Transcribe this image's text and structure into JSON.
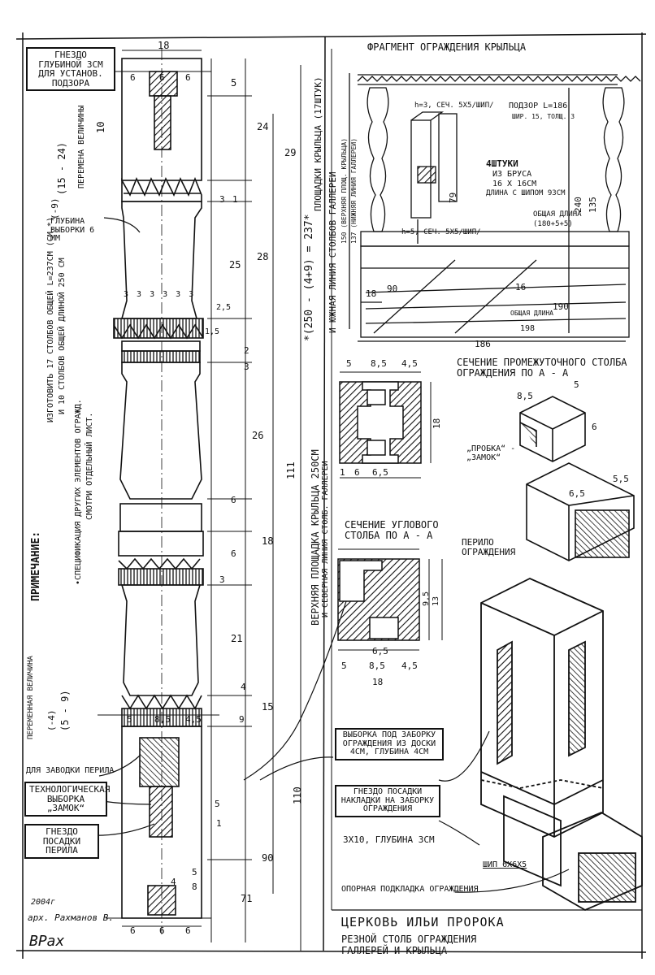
{
  "header": {
    "fragment_title": "ФРАГМЕНТ ОГРАЖДЕНИЯ КРЫЛЬЦА",
    "nest_box": "ГНЕЗДО ГЛУБИНОЙ 3СМ ДЛЯ УСТАНОВ. ПОДЗОРА"
  },
  "left_notes": {
    "note_title": "ПРИМЕЧАНИЕ:",
    "note_line1": "ИЗГОТОВИТЬ 17 СТОЛБОВ ОБЩЕЙ L=237СМ (СМ.*)",
    "note_line2": "И 10 СТОЛБОВ ОБЩЕЙ ДЛИНОЙ 250 СМ",
    "note_line3": "•СПЕЦИФИКАЦИЯ ДРУГИХ ЭЛЕМЕНТОВ ОГРАЖД.",
    "note_line4": "СМОТРИ ОТДЕЛЬНЫЙ ЛИСТ.",
    "variable_top": "ПЕРЕМЕНА ВЕЛИЧИНЫ",
    "variable_top_vals": "(15 - 24)",
    "variable_top_neg": "(-9)",
    "variable_bottom": "ПЕРЕМЕННАЯ ВЕЛИЧИНА",
    "variable_bottom_vals": "(5 - 9)",
    "variable_bottom_neg": "(-4)",
    "depth_label": "ГЛУБИНА ВЫБОРКИ 6 ММ",
    "for_rail": "ДЛЯ ЗАВОДКИ ПЕРИЛА",
    "tech_box": "ТЕХНОЛОГИЧЕСКАЯ ВЫБОРКА „ЗАМОК“",
    "nest_rail_box": "ГНЕЗДО ПОСАДКИ ПЕРИЛА"
  },
  "center_notes": {
    "upper_platform": "ВЕРХНЯЯ ПЛОЩАДКА КРЫЛЬЦА 250СМ",
    "north_line": "И СЕВЕРНАЯ ЛИНИЯ СТОЛБ. ГАЛЛЕРЕИ",
    "formula": "*(250 - (4+9) = 237*",
    "lower_platform": "ПЛОЩАДКИ КРЫЛЬЦА (17ШТУК)",
    "south_line": "И ЮЖНАЯ ЛИНИЯ СТОЛБОВ ГАЛЛЕРЕИ"
  },
  "fragment": {
    "podzor": "ПОДЗОР L=186",
    "podzor_sub": "ШИР. 15, ТОЛЩ. 3",
    "h3": "h=3, СЕЧ. 5Х5/ШИП/",
    "h5": "h=5, СЕЧ. 5Х5/ШИП/",
    "pieces": "4ШТУКИ",
    "from_bar": "ИЗ БРУСА",
    "bar_size": "16 Х 16СМ",
    "tenon_len": "ДЛИНА С ШИПОМ 93СМ",
    "total_len": "ОБЩАЯ ДЛИНА",
    "total_vals": "(180+5+5)",
    "upper_side": "150 (ВЕРХНЯЯ ПЛОЩ. КРЫЛЬЦА)",
    "lower_side": "137 (НИЖНЯЯ ЛИНИЯ ГАЛЛЕРЕИ)",
    "d240": "240",
    "d135": "135",
    "d16": "16",
    "d190": "190",
    "d18": "18",
    "d198": "198",
    "d186": "186",
    "d90": "90",
    "d79": "79",
    "total_len2": "ОБЩАЯ ДЛИНА"
  },
  "sections": {
    "intermediate_title": "СЕЧЕНИЕ ПРОМЕЖУТОЧНОГО СТОЛБА ОГРАЖДЕНИЯ ПО А - А",
    "corner_title": "СЕЧЕНИЕ УГЛОВОГО СТОЛБА ПО А - А",
    "plug": "„ПРОБКА“ - „ЗАМОК“",
    "rail": "ПЕРИЛО ОГРАЖДЕНИЯ"
  },
  "callouts": {
    "recess_box": "ВЫБОРКА ПОД ЗАБОРКУ ОГРАЖДЕНИЯ ИЗ ДОСКИ 4СМ, ГЛУБИНА 4СМ",
    "nest_box": "ГНЕЗДО ПОСАДКИ НАКЛАДКИ НА ЗАБОРКУ ОГРАЖДЕНИЯ",
    "nest_dims": "3Х10, ГЛУБИНА 3СМ",
    "tenon": "ШИП 6Х6Х5",
    "support": "ОПОРНАЯ ПОДКЛАДКА ОГРАЖДЕНИЯ"
  },
  "titleblock": {
    "church": "ЦЕРКОВЬ ИЛЬИ ПРОРОКА",
    "post": "РЕЗНОЙ СТОЛБ ОГРАЖДЕНИЯ",
    "gallery": "ГАЛЛЕРЕЙ И КРЫЛЬЦА",
    "year": "2004г",
    "author": "арх. Рахманов В.",
    "signature": "ВРах"
  },
  "dims": {
    "top18": "18",
    "top6a": "6",
    "top6b": "6",
    "top6c": "6",
    "r5": "5",
    "r24": "24",
    "r29": "29",
    "r10": "10",
    "r3a": "3",
    "r1": "1",
    "r25": "25",
    "r28": "28",
    "r3s": "3 3 3 3 3 3",
    "r25b": "2,5",
    "r15": "1,5",
    "r2": "2",
    "r3b": "3",
    "r26": "26",
    "r111": "111",
    "r6a": "6",
    "r6b": "6",
    "r18": "18",
    "r3c": "3",
    "r21": "21",
    "r4": "4",
    "r9": "9",
    "r15b": "15",
    "r110": "110",
    "r1b": "1",
    "r5b": "5",
    "r90": "90",
    "r71": "71",
    "r5c": "5",
    "r8": "8",
    "b5": "5",
    "b85": "8,5",
    "b45": "4,5",
    "b4": "4",
    "b6a": "6",
    "b6b": "6",
    "b6c": "6",
    "s5": "5",
    "s85": "8,5",
    "s45": "4,5",
    "s18": "18",
    "s1": "1",
    "s6": "6",
    "s65": "6,5",
    "c5": "5",
    "c85": "8,5",
    "c45": "4,5",
    "c18": "18",
    "c65": "6,5",
    "c95": "9,5",
    "c13": "13",
    "i85": "8,5",
    "i5": "5",
    "i6": "6",
    "i55": "5,5",
    "i65": "6,5"
  }
}
